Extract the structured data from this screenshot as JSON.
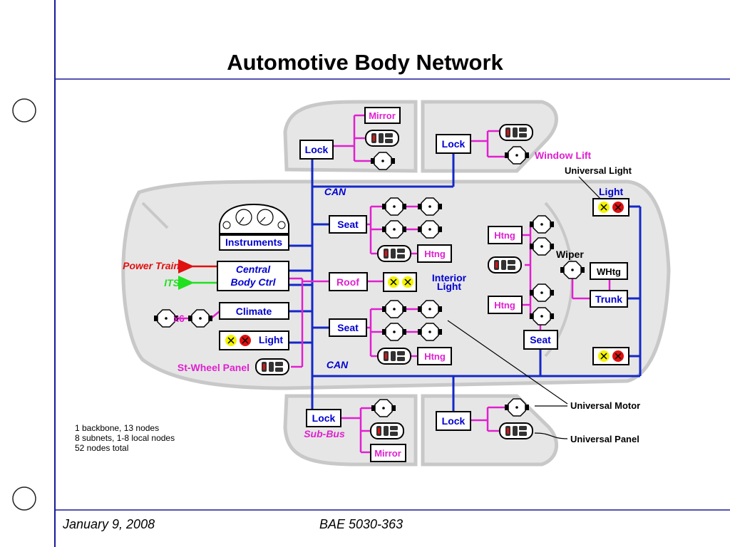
{
  "slide": {
    "title": "Automotive Body Network",
    "footer_date": "January 9, 2008",
    "footer_code": "BAE 5030-363"
  },
  "colors": {
    "bus_blue": "#1428c8",
    "node_blue": "#0000d0",
    "subnet_magenta": "#e020d0",
    "power_train_red": "#e01010",
    "its_green": "#20e020",
    "car_body_gray": "#e6e6e6",
    "outline_gray": "#c8c8c8",
    "yellow_lamp": "#f4f400",
    "red_lamp": "#e01010",
    "slide_rule_navy": "#1a1a9a"
  },
  "diagram": {
    "bus_labels": {
      "can_top": "CAN",
      "can_bottom": "CAN",
      "sub_bus": "Sub-Bus"
    },
    "nodes": {
      "lock_front_left": "Lock",
      "lock_front_right": "Lock",
      "lock_rear_left": "Lock",
      "lock_rear_right": "Lock",
      "instruments": "Instruments",
      "central_body_ctrl_line1": "Central",
      "central_body_ctrl_line2": "Body Ctrl",
      "climate": "Climate",
      "light_left": "Light",
      "seat_front": "Seat",
      "roof": "Roof",
      "seat_rear": "Seat",
      "seat_right": "Seat",
      "trunk": "Trunk",
      "light_right": "Light"
    },
    "local_nodes": {
      "mirror_front": "Mirror",
      "mirror_rear": "Mirror",
      "htng_front_seat": "Htng",
      "htng_rear_seat": "Htng",
      "htng_right_upper": "Htng",
      "htng_right_lower": "Htng",
      "whtg": "WHtg"
    },
    "labels": {
      "window_lift": "Window Lift",
      "universal_light": "Universal Light",
      "interior_light_line1": "Interior",
      "interior_light_line2": "Light",
      "wiper": "Wiper",
      "power_train": "Power Train",
      "its": "ITS",
      "multiplier": "x6",
      "st_wheel_panel": "St-Wheel Panel",
      "universal_motor": "Universal Motor",
      "universal_panel": "Universal Panel"
    },
    "notes": [
      "1 backbone, 13 nodes",
      "8 subnets, 1-8 local nodes",
      "52 nodes total"
    ]
  }
}
